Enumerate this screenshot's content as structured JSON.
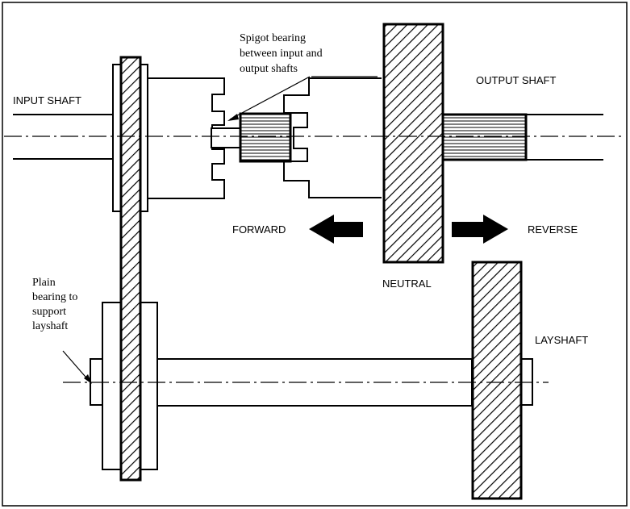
{
  "labels": {
    "input_shaft": "INPUT  SHAFT",
    "output_shaft": "OUTPUT SHAFT",
    "spigot_bearing": [
      "Spigot bearing",
      "between input and",
      "output shafts"
    ],
    "forward": "FORWARD",
    "reverse": "REVERSE",
    "neutral": "NEUTRAL",
    "plain_bearing": [
      "Plain",
      "bearing to",
      "support",
      "layshaft"
    ],
    "layshaft": "LAYSHAFT"
  },
  "colors": {
    "ink": "#000000",
    "background": "#ffffff"
  }
}
